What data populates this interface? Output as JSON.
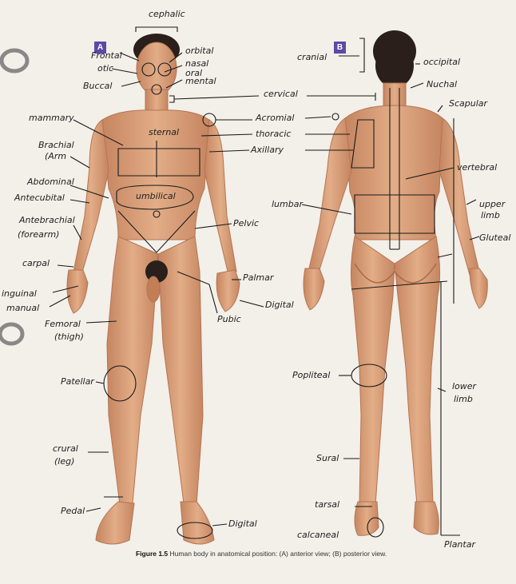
{
  "figure": {
    "badge_a": "A",
    "badge_b": "B",
    "caption_label": "Figure 1.5",
    "caption_text": "Human body in anatomical position: (A) anterior view; (B) posterior view."
  },
  "labels": {
    "cephalic": "cephalic",
    "frontal": "Frontal",
    "orbital": "orbital",
    "otic": "otic",
    "nasal": "nasal",
    "oral": "oral",
    "mental": "mental",
    "buccal": "Buccal",
    "cervical": "cervical",
    "mammary": "mammary",
    "sternal": "sternal",
    "acromial": "Acromial",
    "thoracic": "thoracic",
    "axillary": "Axillary",
    "brachial": "Brachial",
    "arm": "(Arm",
    "abdominal": "Abdominal",
    "umbilical": "umbilical",
    "antecubital": "Antecubital",
    "antebrachial": "Antebrachial",
    "forearm": "(forearm)",
    "pelvic": "Pelvic",
    "carpal": "carpal",
    "palmar": "Palmar",
    "inguinal": "inguinal",
    "manual": "manual",
    "digital_hand": "Digital",
    "pubic": "Pubic",
    "femoral": "Femoral",
    "thigh": "(thigh)",
    "patellar": "Patellar",
    "crural": "crural",
    "leg": "(leg)",
    "pedal": "Pedal",
    "digital_foot": "Digital",
    "cranial": "cranial",
    "occipital": "occipital",
    "nuchal": "Nuchal",
    "scapular": "Scapular",
    "vertebral": "vertebral",
    "lumbar": "lumbar",
    "upper_limb_1": "upper",
    "upper_limb_2": "limb",
    "gluteal": "Gluteal",
    "popliteal": "Popliteal",
    "lower_limb_1": "lower",
    "lower_limb_2": "limb",
    "sural": "Sural",
    "tarsal": "tarsal",
    "calcaneal": "calcaneal",
    "plantar": "Plantar"
  },
  "colors": {
    "skin": "#dca27a",
    "skin_shadow": "#c27f56",
    "hair": "#2a1f1a",
    "ink": "#1a1a1a",
    "badge": "#5a4aa8"
  }
}
